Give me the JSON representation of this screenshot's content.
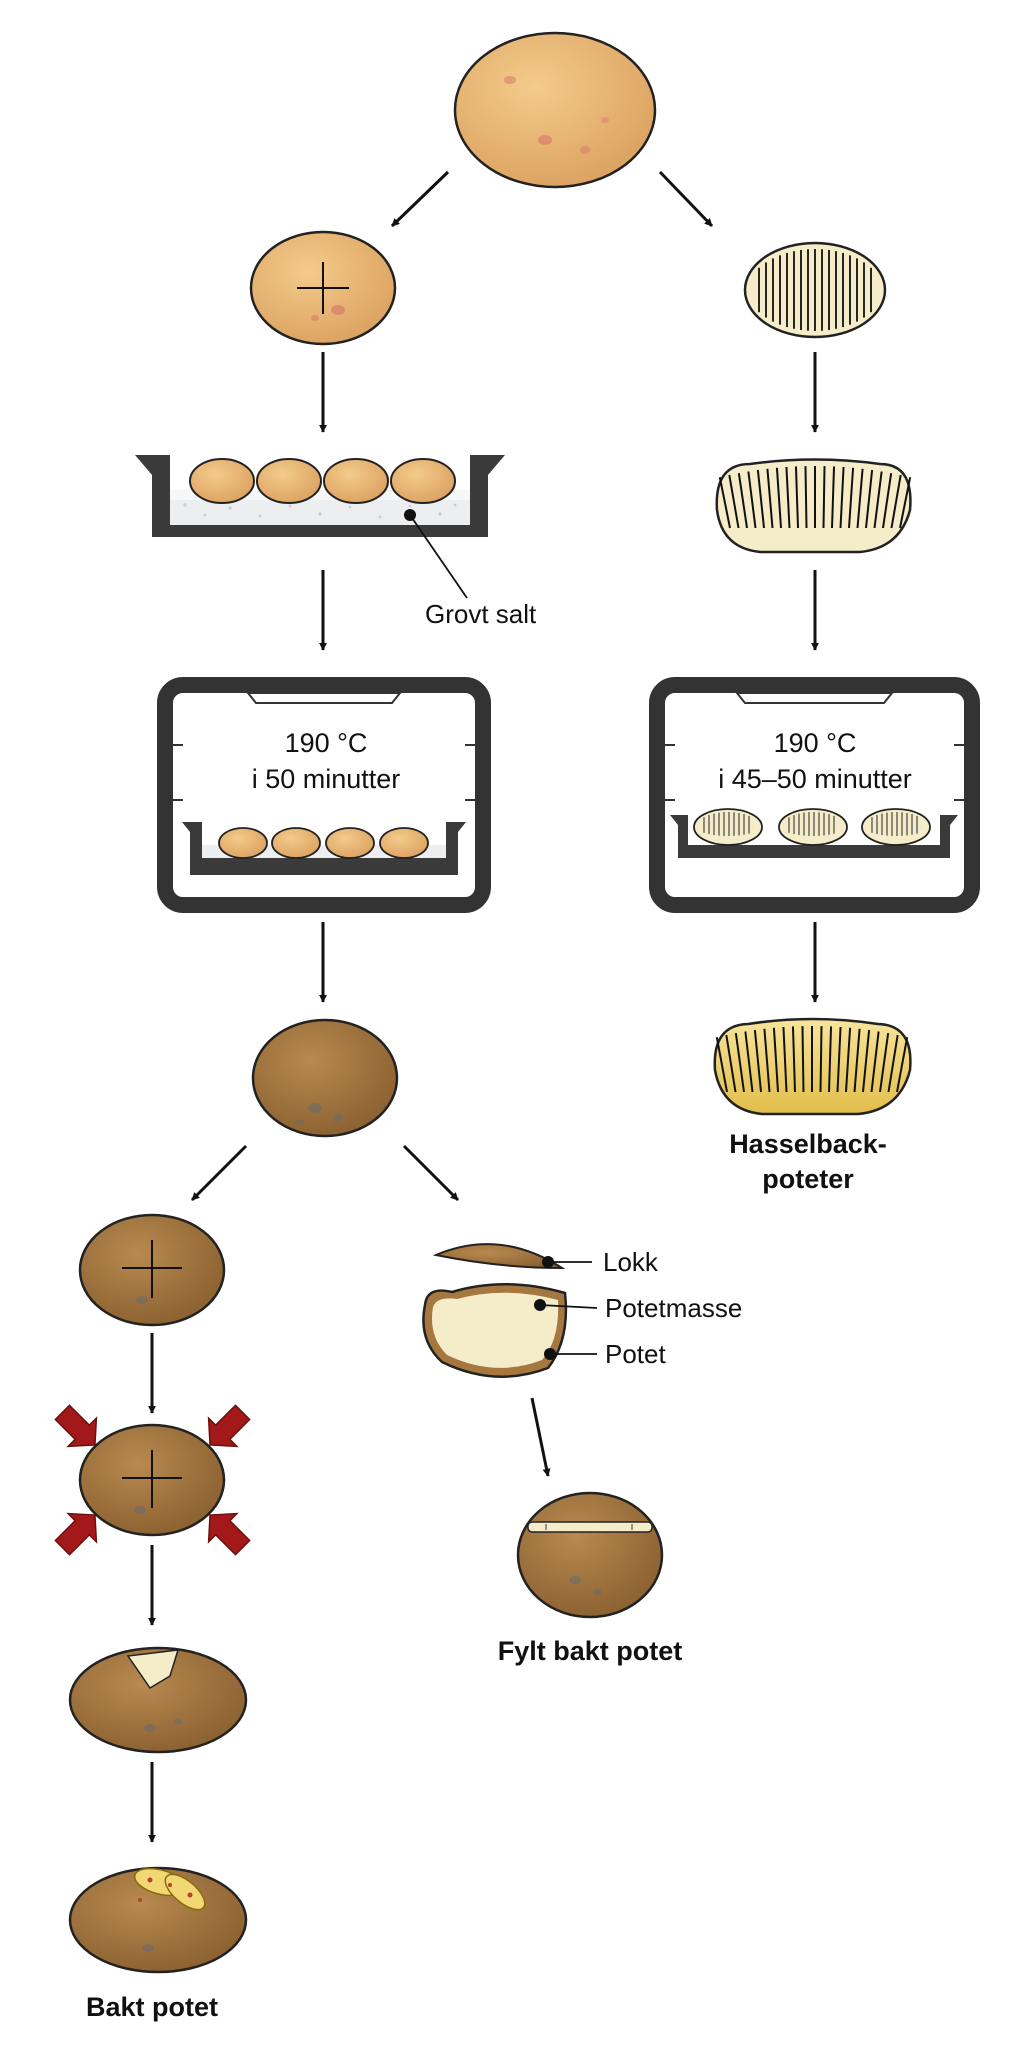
{
  "labels": {
    "coarse_salt": "Grovt salt",
    "oven_left_line1": "190 °C",
    "oven_left_line2": "i 50 minutter",
    "oven_right_line1": "190 °C",
    "oven_right_line2": "i 45–50 minutter",
    "hasselback_line1": "Hasselback-",
    "hasselback_line2": "poteter",
    "lid": "Lokk",
    "potato_mash": "Potetmasse",
    "potato": "Potet",
    "stuffed_baked_potato": "Fylt bakt potet",
    "baked_potato": "Bakt potet"
  },
  "colors": {
    "raw_potato": "#e9b876",
    "raw_potato_dark": "#d49a55",
    "blemish": "#d77e6a",
    "cream": "#f5ecc9",
    "baked_potato": "#a6773f",
    "baked_potato_dark": "#7e5528",
    "golden": "#f1d873",
    "press_arrow": "#a31818",
    "oven_frame": "#333333",
    "salt": "#eceeef"
  }
}
